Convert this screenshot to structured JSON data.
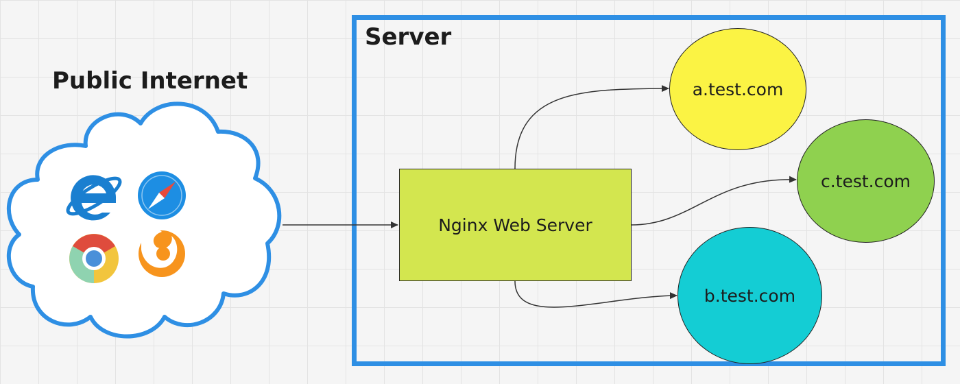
{
  "public_internet": {
    "title": "Public Internet",
    "icons": [
      "internet-explorer-icon",
      "safari-icon",
      "chrome-icon",
      "firefox-icon"
    ]
  },
  "server": {
    "title": "Server",
    "proxy_label": "Nginx Web Server",
    "sites": [
      {
        "label": "a.test.com",
        "color": "#fbf344"
      },
      {
        "label": "c.test.com",
        "color": "#8fd14f"
      },
      {
        "label": "b.test.com",
        "color": "#14cdd4"
      }
    ]
  },
  "colors": {
    "frame": "#2e8fe4",
    "proxy": "#d3e64f"
  }
}
